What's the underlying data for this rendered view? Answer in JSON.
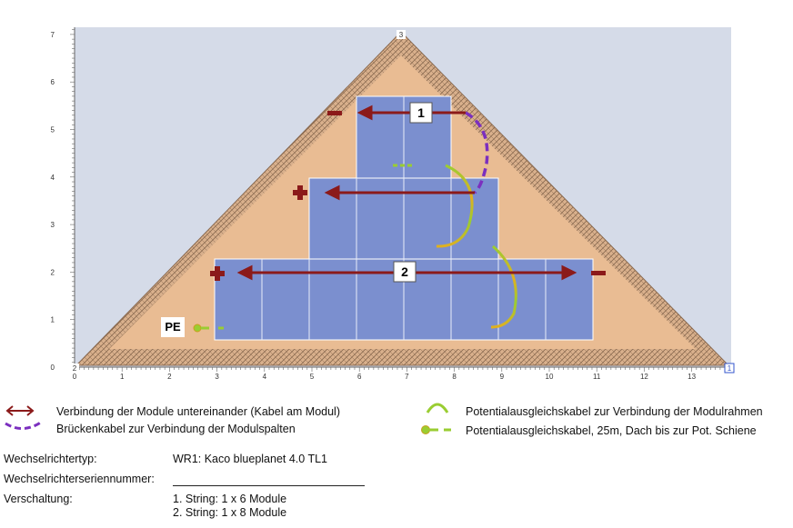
{
  "axes": {
    "x_ticks": [
      "0",
      "1",
      "2",
      "3",
      "4",
      "5",
      "6",
      "7",
      "8",
      "9",
      "10",
      "11",
      "12",
      "13"
    ],
    "y_ticks": [
      "0",
      "1",
      "2",
      "3",
      "4",
      "5",
      "6",
      "7"
    ],
    "apex_marker": "3",
    "left_corner_marker": "2",
    "right_corner_marker": "1"
  },
  "diagram": {
    "string_labels": [
      "1",
      "2"
    ],
    "pe_label": "PE",
    "colors": {
      "roof": "#e9bc93",
      "roof_border": "#b89878",
      "modules": "#7b8fcf",
      "string_cable": "#8b1a1a",
      "bridge_cable": "#7b2fbf",
      "bg": "#d5dbe8"
    }
  },
  "legend": {
    "items": [
      {
        "text": "Verbindung der Module untereinander (Kabel am Modul)",
        "icon": "double-arrow-icon"
      },
      {
        "text": "Brückenkabel zur Verbindung der Modulspalten",
        "icon": "dashed-bridge-icon"
      },
      {
        "text": "Potentialausgleichskabel zur Verbindung der Modulrahmen",
        "icon": "arc-cable-icon"
      },
      {
        "text": "Potentialausgleichskabel, 25m, Dach bis zur Pot. Schiene",
        "icon": "ground-cable-icon"
      }
    ]
  },
  "info": {
    "inverter_type_label": "Wechselrichtertyp:",
    "inverter_type_value": "WR1: Kaco blueplanet 4.0 TL1",
    "serial_label": "Wechselrichterseriennummer:",
    "serial_value": "",
    "wiring_label": "Verschaltung:",
    "wiring_lines": [
      "1. String: 1 x 6 Module",
      "2. String: 1 x 8 Module"
    ]
  }
}
